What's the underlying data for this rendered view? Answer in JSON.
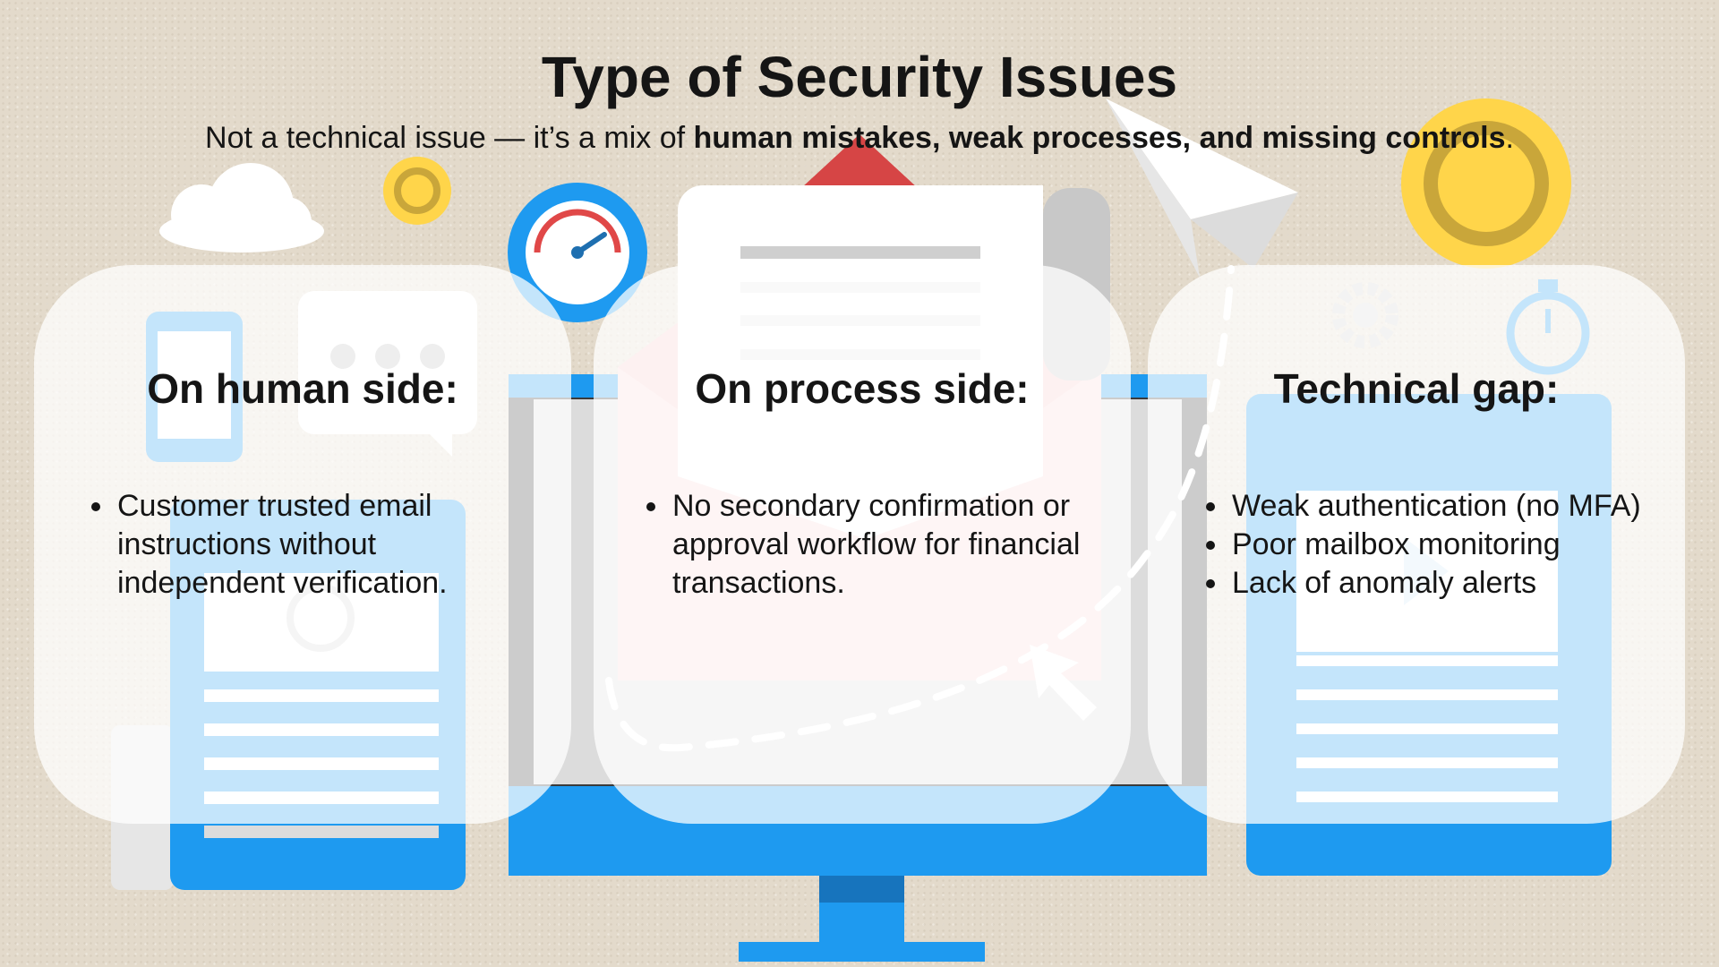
{
  "slide": {
    "title": "Type of Security Issues",
    "subtitle": {
      "lead": "Not a technical issue — it’s a mix of ",
      "emphasis": "human mistakes, weak processes, and missing controls",
      "end": "."
    }
  },
  "cards": [
    {
      "heading": "On human side:",
      "items": [
        "Customer trusted email instructions without independent verification."
      ]
    },
    {
      "heading": "On process side:",
      "items": [
        "No secondary confirmation or approval workflow for financial transactions."
      ]
    },
    {
      "heading": "Technical gap:",
      "items": [
        "Weak authentication (no MFA)",
        "Poor mailbox monitoring",
        "Lack of anomaly alerts"
      ]
    }
  ],
  "background": {
    "icons": [
      "cloud-icon",
      "sun-icon",
      "speedometer-icon",
      "warning-triangle-icon",
      "paper-plane-icon",
      "coin-icon",
      "phone-icon",
      "chat-bubble-icon",
      "email-document-icon",
      "monitor-icon",
      "open-envelope-icon",
      "letter-icon",
      "cursor-arrow-icon",
      "gear-icon",
      "stopwatch-icon",
      "video-document-icon"
    ],
    "colors": {
      "backdrop": "#e3dacb",
      "blue": "#1e9af0",
      "yellow": "#ffd54a",
      "red": "#d64545",
      "monitor_frame": "#3a3a3a",
      "screen": "#dcdcdc"
    }
  }
}
